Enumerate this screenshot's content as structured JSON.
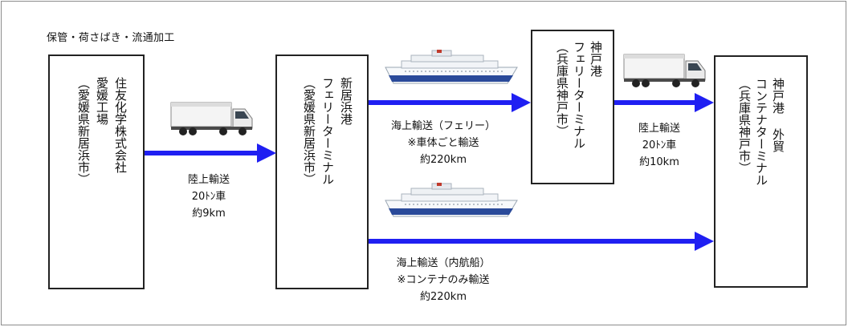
{
  "header": {
    "label": "保管・荷さばき・流通加工"
  },
  "nodes": {
    "factory": {
      "col1": "住友化学株式会社",
      "col2": "愛媛工場",
      "col3": "（愛媛県新居浜市）"
    },
    "niihama_port": {
      "col1": "新居浜港",
      "col2": "フェリーターミナル",
      "col3": "（愛媛県新居浜市）"
    },
    "kobe_ferry": {
      "col1": "神戸港",
      "col2": "フェリーターミナル",
      "col3": "（兵庫県神戸市）"
    },
    "kobe_container": {
      "col1": "神戸港 外貿",
      "col2": "コンテナターミナル",
      "col3": "（兵庫県神戸市）"
    }
  },
  "routes": {
    "land1": {
      "line1": "陸上輸送",
      "line2": "20ﾄﾝ車",
      "line3": "約9km"
    },
    "ferry": {
      "line1": "海上輸送（フェリー）",
      "line2": "※車体ごと輸送",
      "line3": "約220km"
    },
    "land2": {
      "line1": "陸上輸送",
      "line2": "20ﾄﾝ車",
      "line3": "約10km"
    },
    "coastal": {
      "line1": "海上輸送（内航船）",
      "line2": "※コンテナのみ輸送",
      "line3": "約220km"
    }
  },
  "icons": [
    "truck-icon",
    "ship-icon"
  ],
  "colors": {
    "arrow": "#1f1ff2",
    "box_border": "#222222"
  }
}
